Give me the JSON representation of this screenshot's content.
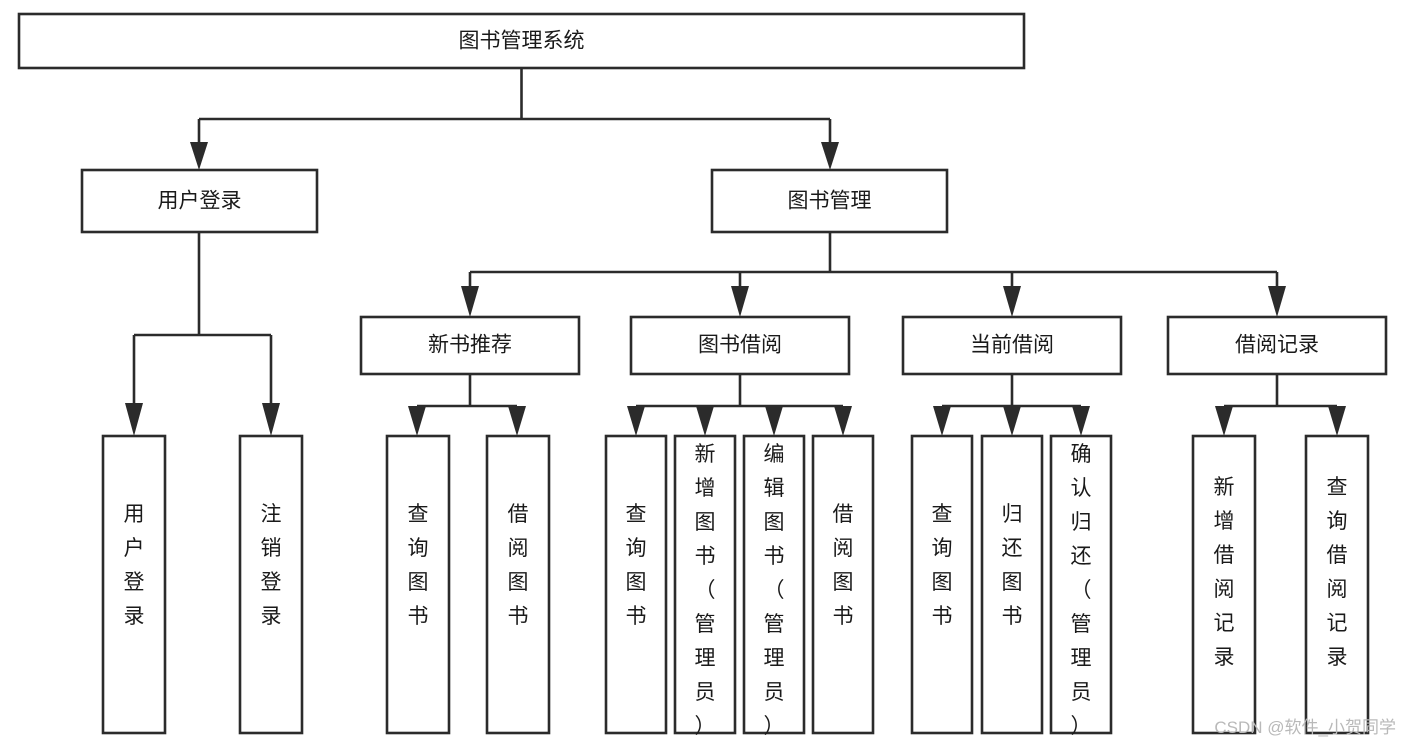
{
  "diagram": {
    "type": "tree-hierarchy-chart",
    "title": "图书管理系统",
    "root": {
      "id": "root",
      "label": "图书管理系统",
      "level": 0
    },
    "level1": [
      {
        "id": "user-login",
        "label": "用户登录",
        "level": 1
      },
      {
        "id": "book-management",
        "label": "图书管理",
        "level": 1
      }
    ],
    "level2": [
      {
        "id": "new-book-recommend",
        "label": "新书推荐",
        "parent": "book-management",
        "level": 2
      },
      {
        "id": "book-borrow",
        "label": "图书借阅",
        "parent": "book-management",
        "level": 2
      },
      {
        "id": "current-borrow",
        "label": "当前借阅",
        "parent": "book-management",
        "level": 2
      },
      {
        "id": "borrow-record",
        "label": "借阅记录",
        "parent": "book-management",
        "level": 2
      }
    ],
    "leaves": [
      {
        "id": "leaf-user-login",
        "label": "用户登录",
        "parent": "user-login"
      },
      {
        "id": "leaf-logout-login",
        "label": "注销登录",
        "parent": "user-login"
      },
      {
        "id": "leaf-query-book-1",
        "label": "查询图书",
        "parent": "new-book-recommend"
      },
      {
        "id": "leaf-borrow-book-1",
        "label": "借阅图书",
        "parent": "new-book-recommend"
      },
      {
        "id": "leaf-query-book-2",
        "label": "查询图书",
        "parent": "book-borrow"
      },
      {
        "id": "leaf-add-book",
        "label": "新增图书（管理员）",
        "parent": "book-borrow"
      },
      {
        "id": "leaf-edit-book",
        "label": "编辑图书（管理员）",
        "parent": "book-borrow"
      },
      {
        "id": "leaf-borrow-book-2",
        "label": "借阅图书",
        "parent": "book-borrow"
      },
      {
        "id": "leaf-query-book-3",
        "label": "查询图书",
        "parent": "current-borrow"
      },
      {
        "id": "leaf-return-book",
        "label": "归还图书",
        "parent": "current-borrow"
      },
      {
        "id": "leaf-confirm-return",
        "label": "确认归还（管理员）",
        "parent": "current-borrow"
      },
      {
        "id": "leaf-add-record",
        "label": "新增借阅记录",
        "parent": "borrow-record"
      },
      {
        "id": "leaf-query-record",
        "label": "查询借阅记录",
        "parent": "borrow-record"
      }
    ],
    "colors": {
      "box_stroke": "#2b2b2b",
      "box_fill": "#ffffff",
      "text": "#1a1a1a",
      "background": "#ffffff",
      "watermark": "#b9b9b9"
    }
  },
  "watermark": {
    "label": "CSDN @软件_小贺同学"
  }
}
